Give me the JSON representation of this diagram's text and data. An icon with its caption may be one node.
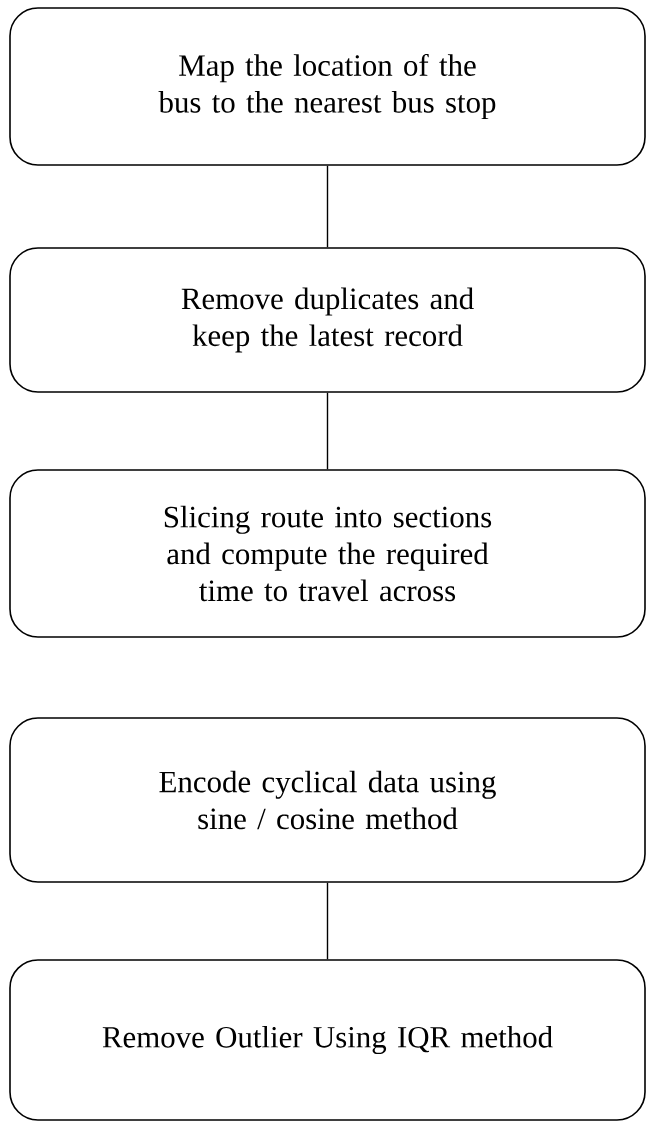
{
  "diagram": {
    "nodes": [
      {
        "text": [
          "Map the location of the bus to the nearest bus stop"
        ]
      },
      {
        "text": [
          "Remove duplicates and keep the latest record"
        ]
      },
      {
        "text": [
          "Slicing route into sections and compute the required time to travel across"
        ]
      },
      {
        "text": [
          "Encode cyclical data using sine / cosine method"
        ]
      },
      {
        "text": [
          "Remove Outlier Using IQR method"
        ]
      }
    ],
    "edges": [
      {
        "from": 0,
        "to": 1,
        "arrow": "none"
      },
      {
        "from": 1,
        "to": 2,
        "arrow": "none"
      },
      {
        "from": 3,
        "to": 4,
        "arrow": "none"
      }
    ]
  }
}
